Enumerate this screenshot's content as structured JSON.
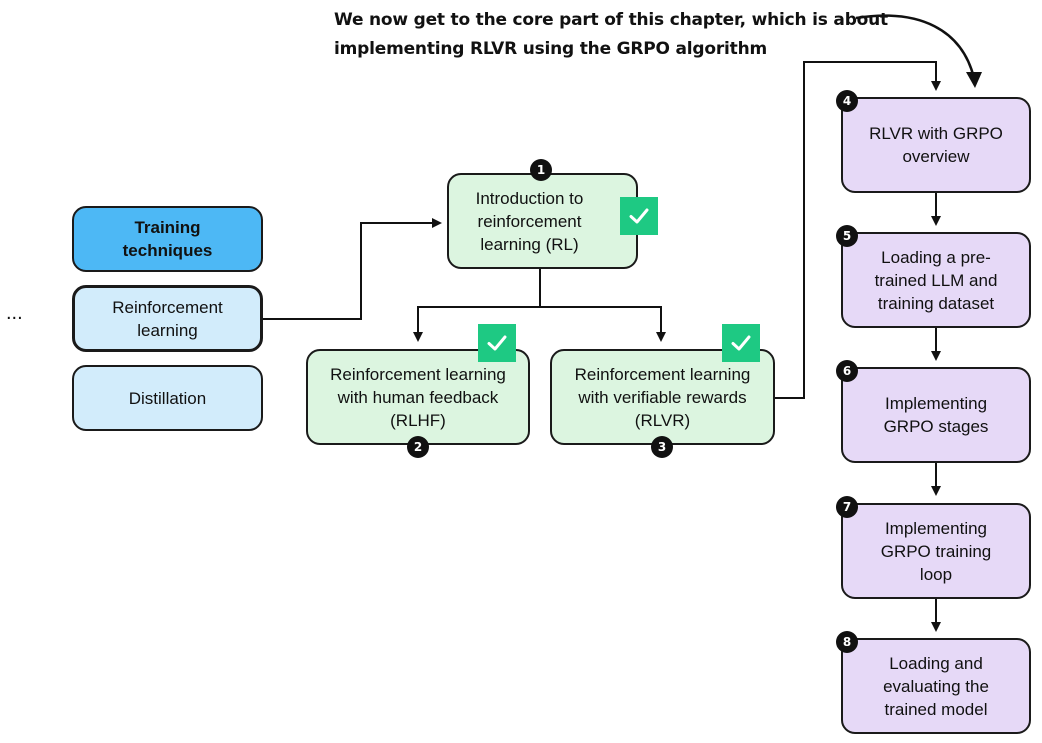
{
  "annotation": {
    "line1": "We now get to the core part of this chapter, which is about",
    "line2": "implementing RLVR using the GRPO algorithm"
  },
  "ellipsis": "...",
  "techniques": {
    "header": [
      "Training",
      "techniques"
    ],
    "reinforcement": [
      "Reinforcement",
      "learning"
    ],
    "distillation": [
      "Distillation"
    ]
  },
  "stages": {
    "intro": {
      "number": "1",
      "lines": [
        "Introduction to",
        "reinforcement",
        "learning (RL)"
      ],
      "completed": true
    },
    "rlhf": {
      "number": "2",
      "lines": [
        "Reinforcement learning",
        "with human feedback",
        "(RLHF)"
      ],
      "completed": true
    },
    "rlvr": {
      "number": "3",
      "lines": [
        "Reinforcement learning",
        "with verifiable rewards",
        "(RLVR)"
      ],
      "completed": true
    }
  },
  "steps": [
    {
      "number": "4",
      "lines": [
        "RLVR with GRPO",
        "overview"
      ]
    },
    {
      "number": "5",
      "lines": [
        "Loading a pre-",
        "trained LLM and",
        "training dataset"
      ]
    },
    {
      "number": "6",
      "lines": [
        "Implementing",
        "GRPO stages"
      ]
    },
    {
      "number": "7",
      "lines": [
        "Implementing",
        "GRPO training",
        "loop"
      ]
    },
    {
      "number": "8",
      "lines": [
        "Loading and",
        "evaluating the",
        "trained model"
      ]
    }
  ],
  "colors": {
    "header_blue": "#4db8f5",
    "light_blue": "#d2ecfb",
    "green_fill": "#dcf5e0",
    "check_green": "#1ec983",
    "purple_fill": "#e6d9f7"
  }
}
